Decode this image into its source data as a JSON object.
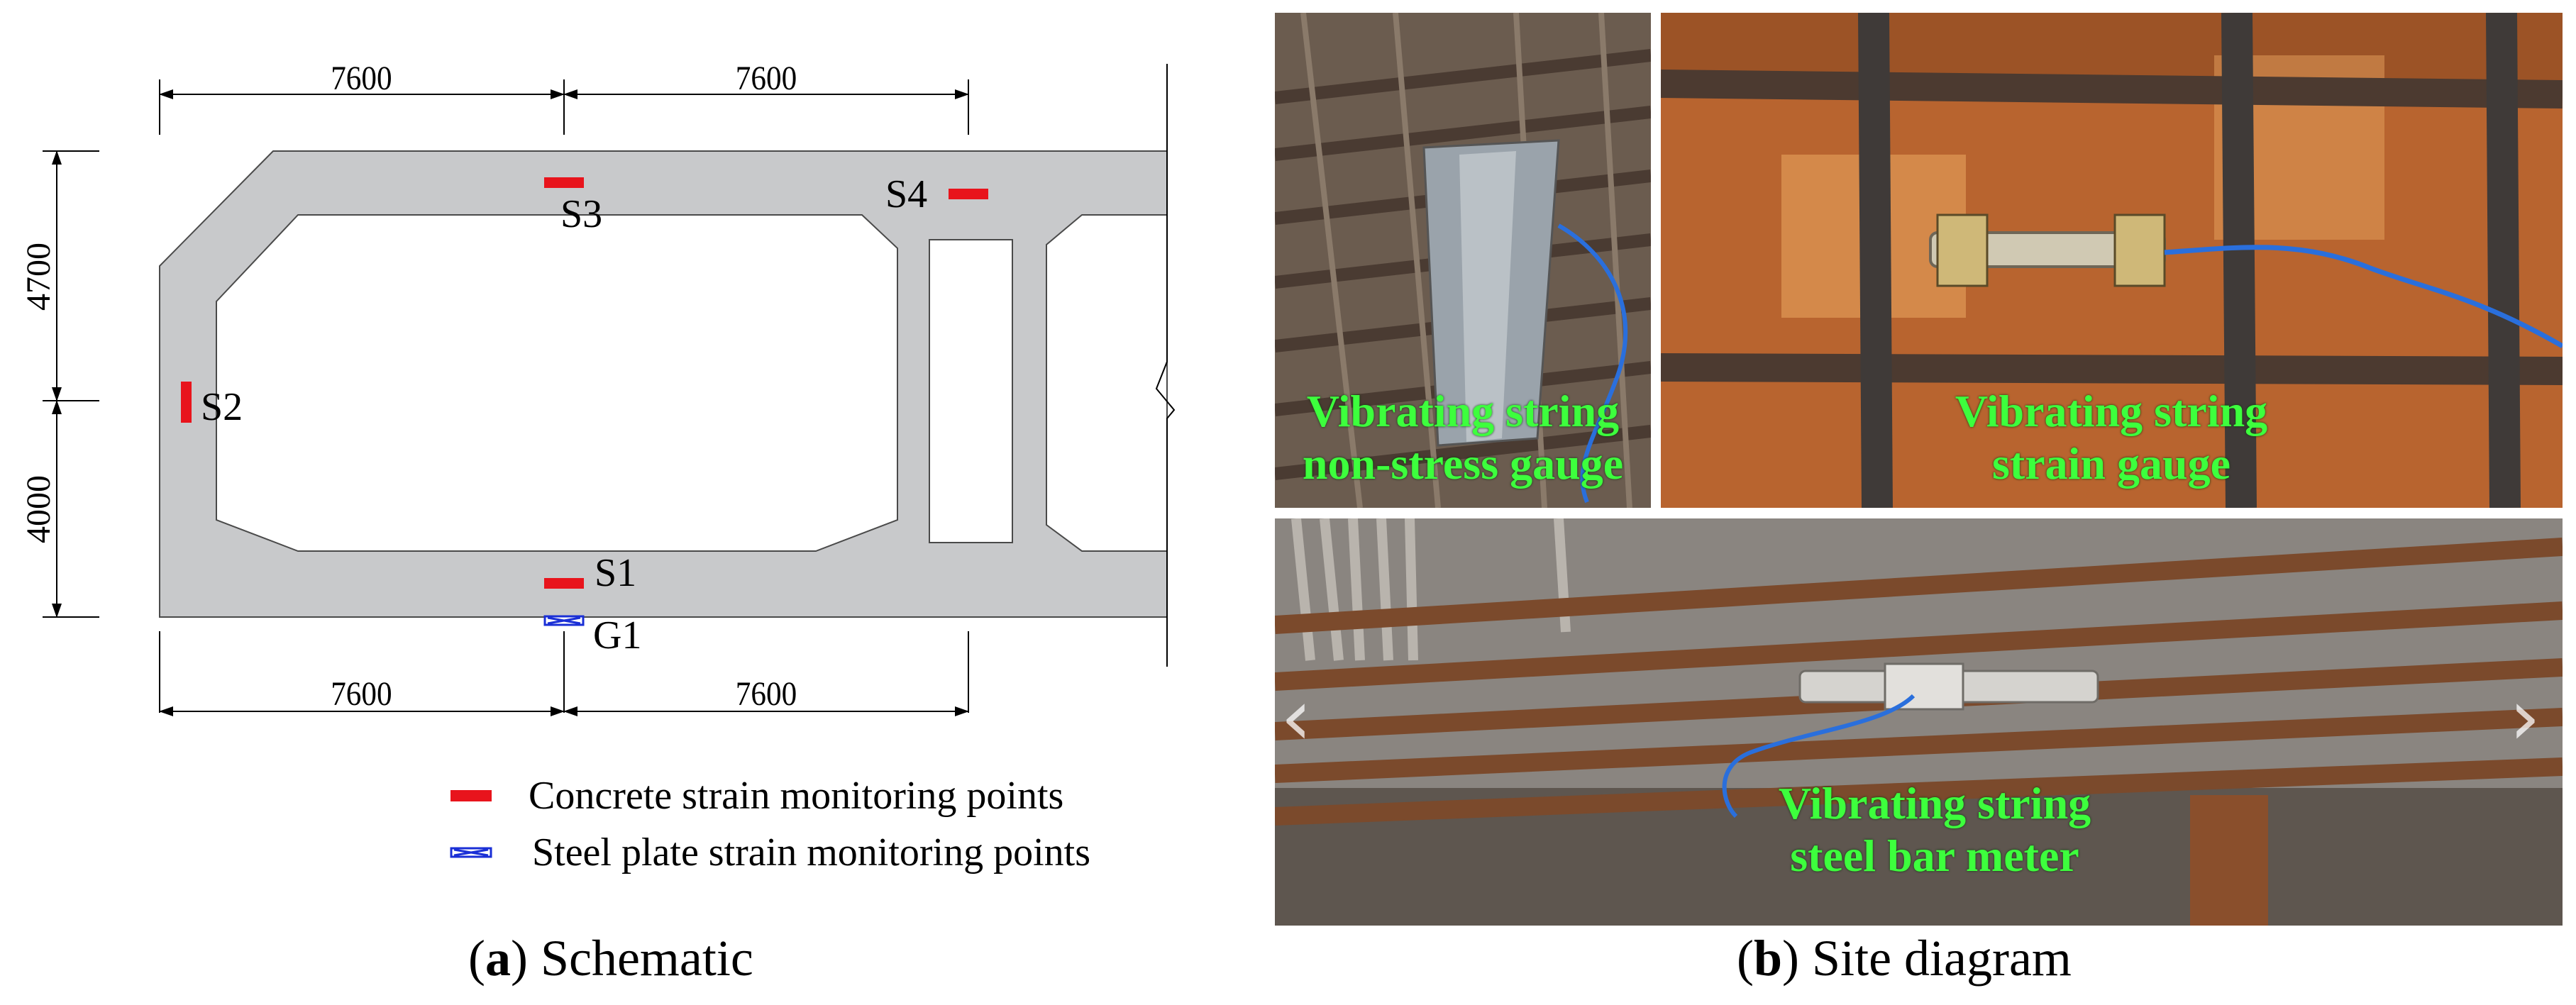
{
  "schematic": {
    "dimensions": {
      "top_left": "7600",
      "top_right": "7600",
      "bottom_left": "7600",
      "bottom_right": "7600",
      "height_upper": "4700",
      "height_lower": "4000"
    },
    "points": {
      "s1": "S1",
      "s2": "S2",
      "s3": "S3",
      "s4": "S4",
      "g1": "G1"
    },
    "legend": {
      "concrete": "Concrete strain monitoring points",
      "steel": "Steel plate strain monitoring points"
    },
    "colors": {
      "concrete_marker": "#e8141c",
      "steel_marker": "#1a2fd6",
      "section_fill": "#c8c9cb"
    }
  },
  "photos": {
    "non_stress": {
      "line1": "Vibrating string",
      "line2": "non-stress gauge"
    },
    "strain": {
      "line1": "Vibrating string",
      "line2": "strain gauge"
    },
    "bar_meter": {
      "line1": "Vibrating string",
      "line2": "steel bar meter"
    },
    "label_color": "#3dff3d"
  },
  "captions": {
    "a_letter": "a",
    "a_text": "Schematic",
    "b_letter": "b",
    "b_text": "Site diagram"
  }
}
